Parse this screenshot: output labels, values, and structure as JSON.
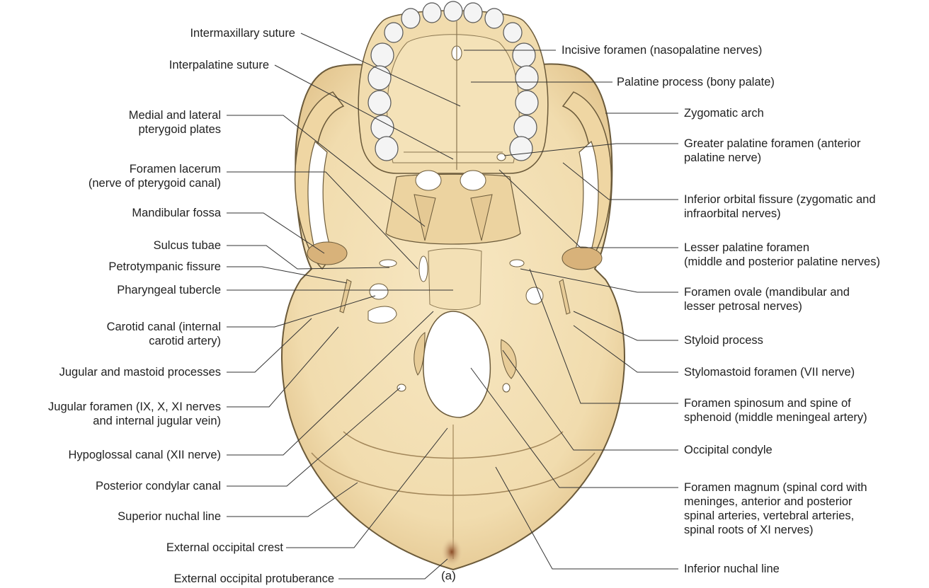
{
  "figure": {
    "panel_label": "(a)",
    "left_labels": [
      "Intermaxillary suture",
      "Interpalatine suture",
      "Medial and lateral\npterygoid plates",
      "Foramen lacerum\n(nerve of pterygoid canal)",
      "Mandibular fossa",
      "Sulcus tubae",
      "Petrotympanic fissure",
      "Pharyngeal tubercle",
      "Carotid canal (internal\ncarotid artery)",
      "Jugular and mastoid processes",
      "Jugular foramen (IX, X, XI nerves\nand internal jugular vein)",
      "Hypoglossal canal (XII nerve)",
      "Posterior condylar canal",
      "Superior nuchal line",
      "External occipital crest",
      "External occipital protuberance"
    ],
    "right_labels": [
      "Incisive foramen (nasopalatine nerves)",
      "Palatine process (bony palate)",
      "Zygomatic arch",
      "Greater palatine foramen (anterior\npalatine nerve)",
      "Inferior orbital fissure (zygomatic and\ninfraorbital nerves)",
      "Lesser palatine foramen\n(middle and posterior palatine nerves)",
      "Foramen ovale (mandibular and\nlesser petrosal nerves)",
      "Styloid process",
      "Stylomastoid foramen (VII nerve)",
      "Foramen spinosum and spine of\nsphenoid (middle meningeal artery)",
      "Occipital condyle",
      "Foramen magnum (spinal cord with\nmeninges, anterior and posterior\nspinal arteries, vertebral arteries,\nspinal roots of XI nerves)",
      "Inferior nuchal line"
    ]
  },
  "colors": {
    "bone": "#f3dfb3",
    "bone_shadow": "#e2c48d",
    "bone_outline": "#6b5a3a",
    "tooth": "#f4f4f4",
    "foramen": "#ffffff",
    "leader_line": "#333333",
    "text": "#222222"
  }
}
